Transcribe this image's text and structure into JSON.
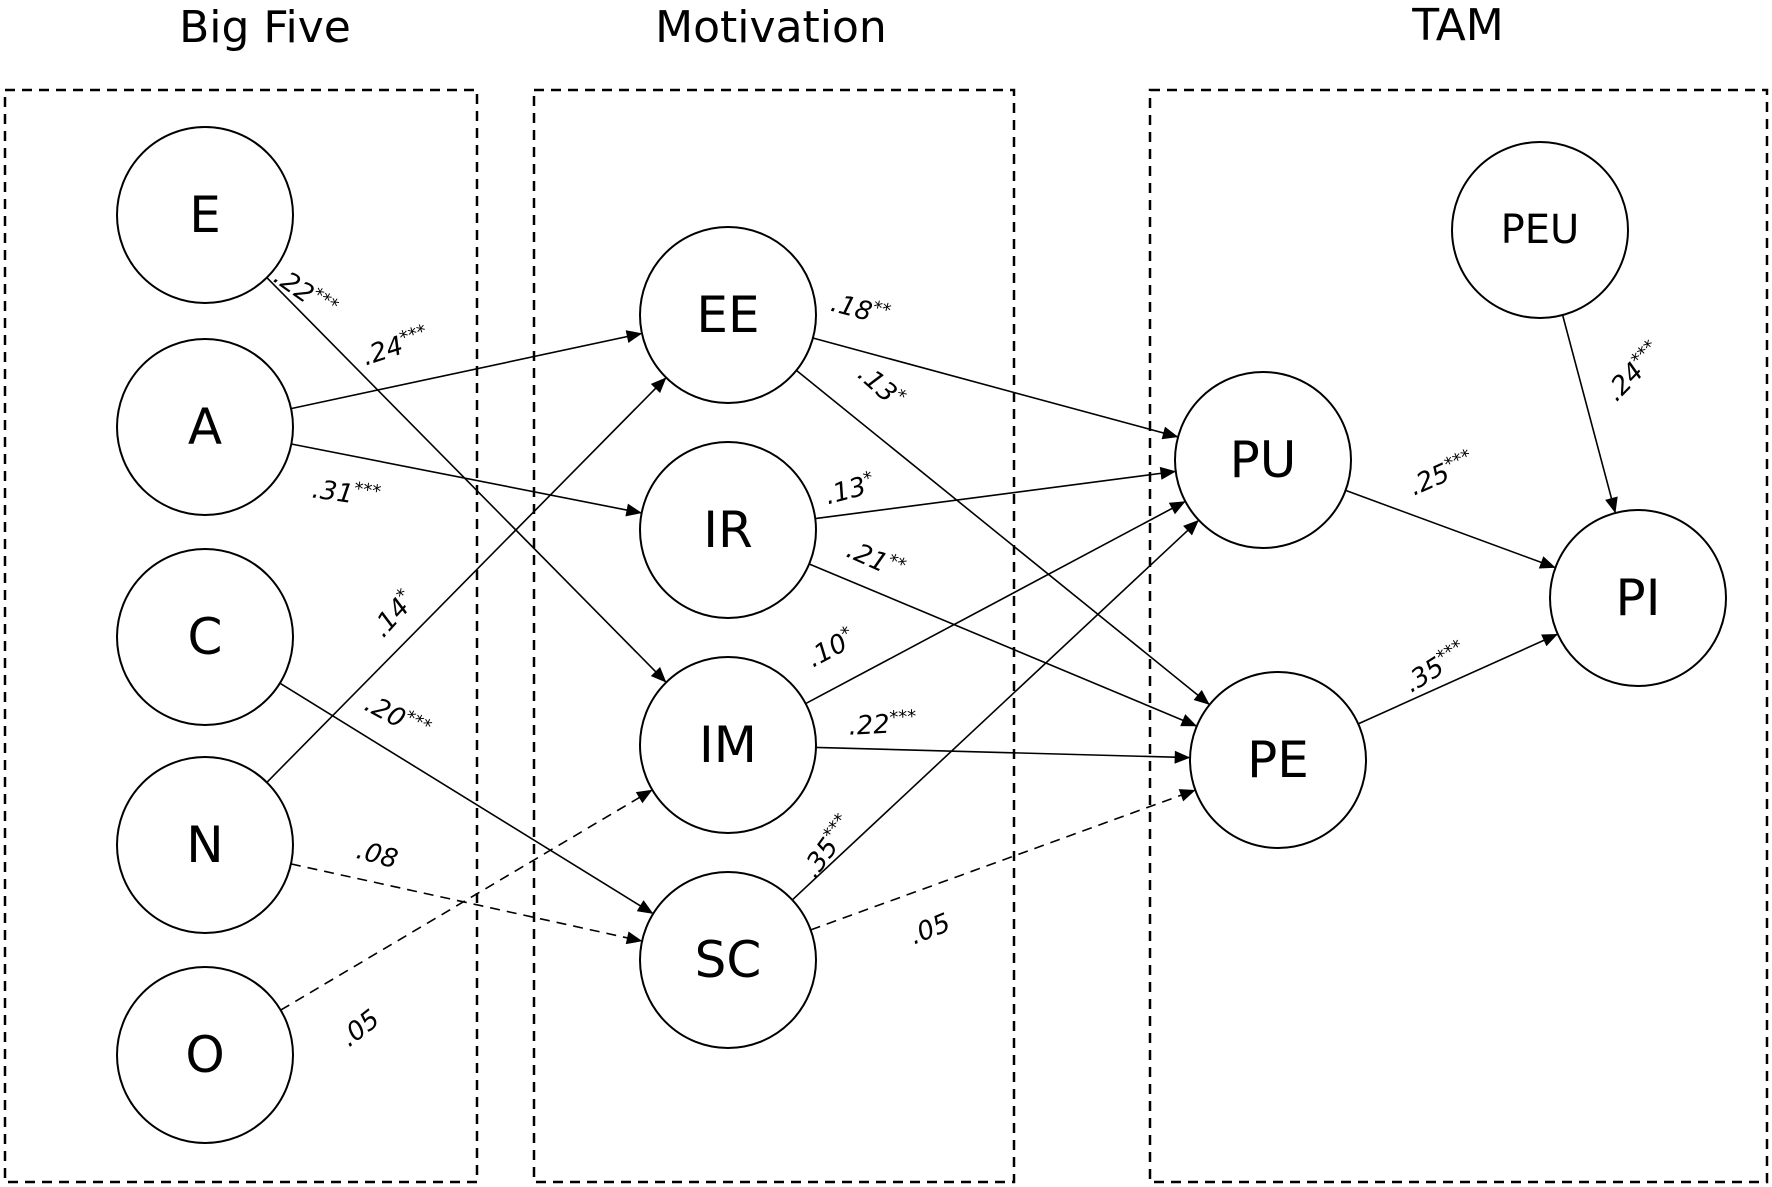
{
  "groups": {
    "big_five": "Big Five",
    "motivation": "Motivation",
    "tam": "TAM"
  },
  "nodes": {
    "E": "E",
    "A": "A",
    "C": "C",
    "N": "N",
    "O": "O",
    "EE": "EE",
    "IR": "IR",
    "IM": "IM",
    "SC": "SC",
    "PU": "PU",
    "PE": "PE",
    "PEU": "PEU",
    "PI": "PI"
  },
  "paths": [
    {
      "id": "E-IM",
      "from": "E",
      "to": "IM",
      "coef": ".22",
      "sig": "***",
      "significant": true
    },
    {
      "id": "A-EE",
      "from": "A",
      "to": "EE",
      "coef": ".24",
      "sig": "***",
      "significant": true
    },
    {
      "id": "A-IR",
      "from": "A",
      "to": "IR",
      "coef": ".31",
      "sig": "***",
      "significant": true
    },
    {
      "id": "N-EE",
      "from": "N",
      "to": "EE",
      "coef": ".14",
      "sig": "*",
      "significant": true
    },
    {
      "id": "C-SC",
      "from": "C",
      "to": "SC",
      "coef": ".20",
      "sig": "***",
      "significant": true
    },
    {
      "id": "N-SC",
      "from": "N",
      "to": "SC",
      "coef": ".08",
      "sig": "",
      "significant": false
    },
    {
      "id": "O-IM",
      "from": "O",
      "to": "IM",
      "coef": ".05",
      "sig": "",
      "significant": false
    },
    {
      "id": "EE-PU",
      "from": "EE",
      "to": "PU",
      "coef": ".18",
      "sig": "**",
      "significant": true
    },
    {
      "id": "EE-PE",
      "from": "EE",
      "to": "PE",
      "coef": ".13",
      "sig": "*",
      "significant": true
    },
    {
      "id": "IR-PU",
      "from": "IR",
      "to": "PU",
      "coef": ".13",
      "sig": "*",
      "significant": true
    },
    {
      "id": "IR-PE",
      "from": "IR",
      "to": "PE",
      "coef": ".21",
      "sig": "**",
      "significant": true
    },
    {
      "id": "IM-PU",
      "from": "IM",
      "to": "PU",
      "coef": ".10",
      "sig": "*",
      "significant": true
    },
    {
      "id": "IM-PE",
      "from": "IM",
      "to": "PE",
      "coef": ".22",
      "sig": "***",
      "significant": true
    },
    {
      "id": "SC-PU",
      "from": "SC",
      "to": "PU",
      "coef": ".35",
      "sig": "***",
      "significant": true
    },
    {
      "id": "SC-PE",
      "from": "SC",
      "to": "PE",
      "coef": ".05",
      "sig": "",
      "significant": false
    },
    {
      "id": "PU-PI",
      "from": "PU",
      "to": "PI",
      "coef": ".25",
      "sig": "***",
      "significant": true
    },
    {
      "id": "PE-PI",
      "from": "PE",
      "to": "PI",
      "coef": ".35",
      "sig": "***",
      "significant": true
    },
    {
      "id": "PEU-PI",
      "from": "PEU",
      "to": "PI",
      "coef": ".24",
      "sig": "***",
      "significant": true
    }
  ]
}
